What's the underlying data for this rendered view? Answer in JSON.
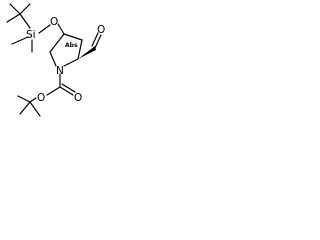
{
  "structure": {
    "atoms": {
      "silicon": "Si",
      "silyl_oxygen": "O",
      "ring_nitrogen": "N",
      "carbonyl_oxygen": "O",
      "ester_oxygen": "O",
      "aldehyde_oxygen": "O"
    },
    "stereo_labels": {
      "c4": "Abs"
    },
    "bond_color": "#000000"
  }
}
